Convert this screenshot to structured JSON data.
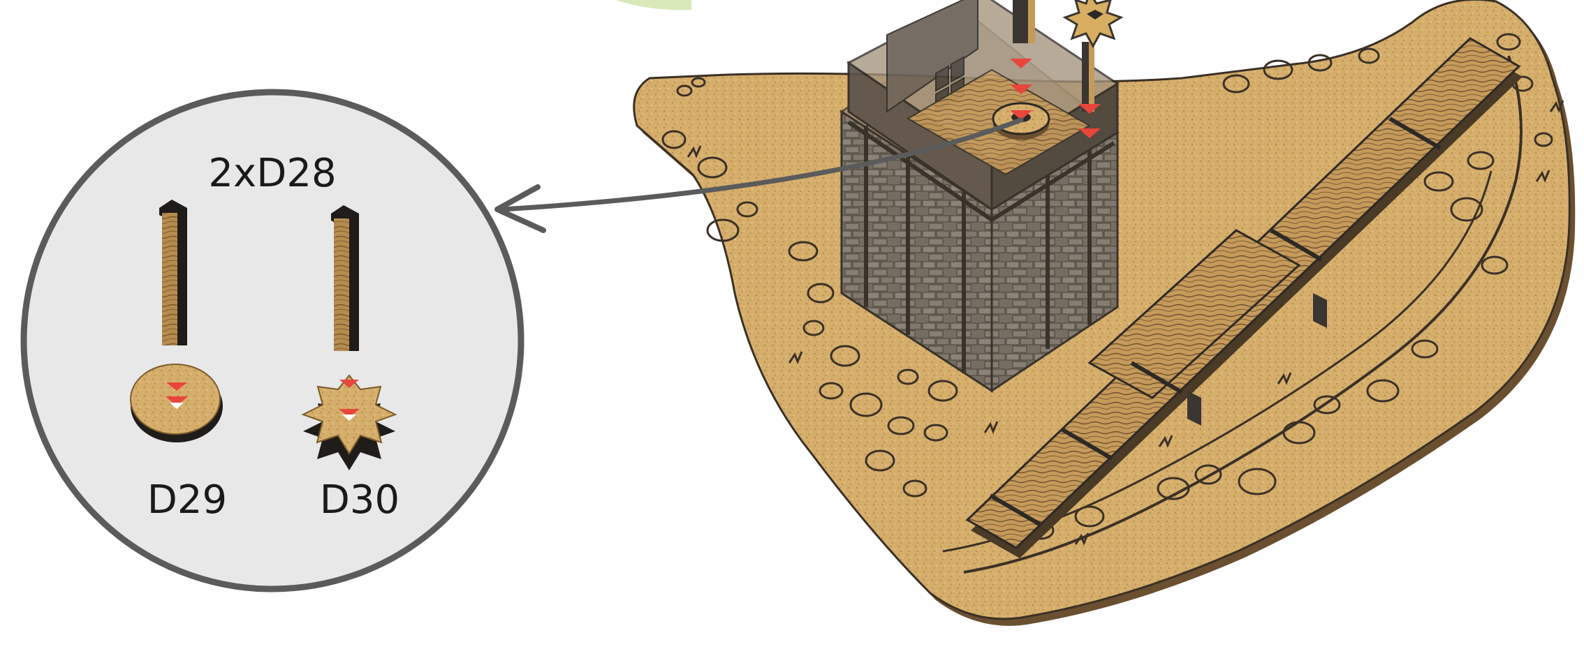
{
  "callout": {
    "title": "2xD28",
    "parts": [
      {
        "label": "D29",
        "shape": "round-disc"
      },
      {
        "label": "D30",
        "shape": "star-gear"
      }
    ]
  },
  "colors": {
    "cork": "#d5ad6a",
    "cork_dark": "#9c7a44",
    "wood_dark": "#3a3530",
    "wood_mid": "#6b6259",
    "marker_red": "#e8453c",
    "callout_fill": "#e8e8e8",
    "callout_stroke": "#5b5b5b",
    "accent_green": "#d8e8b8"
  },
  "icons": [
    "peg-icon",
    "round-disc-icon",
    "star-gear-icon",
    "arrow-marker-icon"
  ]
}
